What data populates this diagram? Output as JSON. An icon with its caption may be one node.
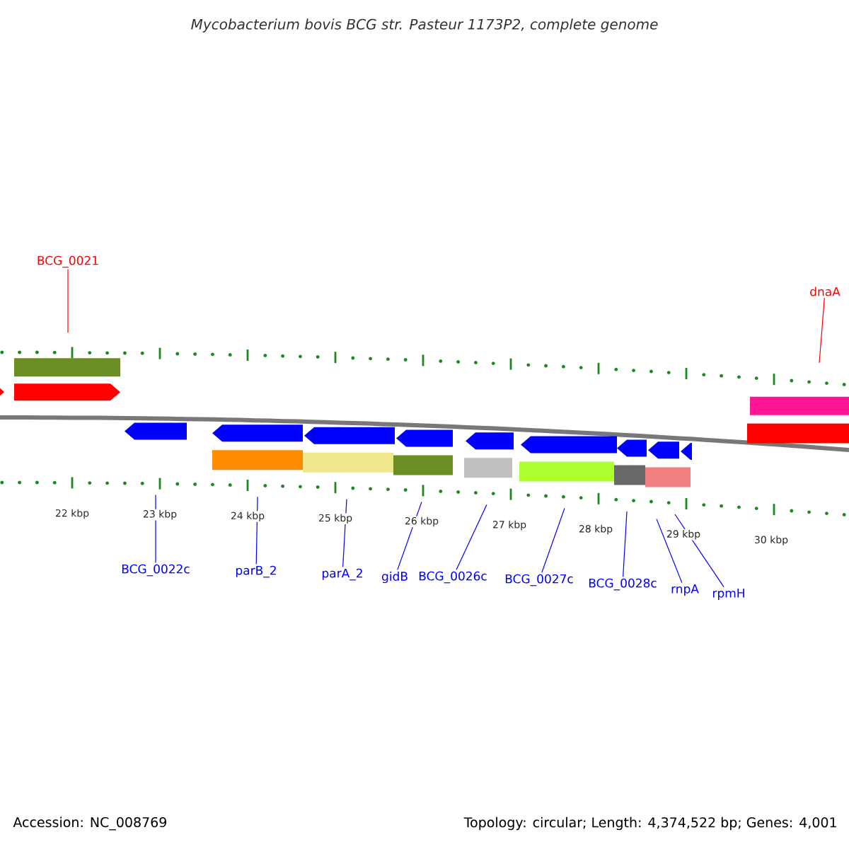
{
  "diagram": {
    "title": "*Mycobacterium bovis* BCG str. Pasteur 1173P2, complete genome",
    "nodes": [
      {
        "text": [
          "BCG_0021"
        ]
      },
      {
        "text": [
          "dnaA"
        ]
      },
      {
        "text": [
          "BCG_0022c"
        ]
      },
      {
        "text": [
          "parB_2"
        ]
      },
      {
        "text": [
          "parA_2"
        ]
      },
      {
        "text": [
          "gidB"
        ]
      },
      {
        "text": [
          "BCG_0026c"
        ]
      },
      {
        "text": [
          "BCG_0027c"
        ]
      },
      {
        "text": [
          "BCG_0028c"
        ]
      },
      {
        "text": [
          "rnpA"
        ]
      },
      {
        "text": [
          "rpmH"
        ]
      }
    ],
    "edges": [
      {
        "from": 0,
        "to": null,
        "arrow": "none",
        "color": "#ff0000"
      },
      {
        "from": 1,
        "to": null,
        "arrow": "none",
        "color": "#ff0000"
      },
      {
        "from": 2,
        "to": null,
        "arrow": "none"
      },
      {
        "from": 3,
        "to": null,
        "arrow": "none"
      },
      {
        "from": 4,
        "to": null,
        "arrow": "none"
      },
      {
        "from": 5,
        "to": null,
        "arrow": "none"
      },
      {
        "from": 6,
        "to": null,
        "arrow": "none"
      },
      {
        "from": 7,
        "to": null,
        "arrow": "none"
      },
      {
        "from": 8,
        "to": null,
        "arrow": "none"
      },
      {
        "from": 9,
        "to": null,
        "arrow": "none"
      },
      {
        "from": 10,
        "to": null,
        "arrow": "none"
      }
    ],
    "labels": [
      "22 kbp",
      "23 kbp",
      "24 kbp",
      "25 kbp",
      "26 kbp",
      "27 kbp",
      "28 kbp",
      "29 kbp",
      "30 kbp",
      "Accession: NC_008769",
      "Topology: circular; Length: 4,374,522 bp; Genes: 4,001"
    ]
  }
}
